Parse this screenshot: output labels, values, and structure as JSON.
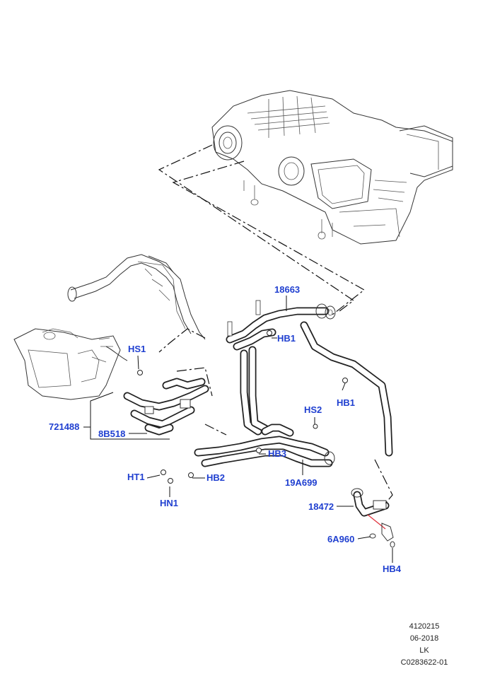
{
  "callouts": {
    "c18663": "18663",
    "hb1_top": "HB1",
    "hs1": "HS1",
    "hb1_right": "HB1",
    "c721488": "721488",
    "c8b518": "8B518",
    "hs2": "HS2",
    "hb3": "HB3",
    "ht1": "HT1",
    "hb2": "HB2",
    "c19a699": "19A699",
    "hn1": "HN1",
    "c18472": "18472",
    "c6a960": "6A960",
    "hb4": "HB4"
  },
  "footer": {
    "line1": "4120215",
    "line2": "06-2018",
    "line3": "LK",
    "line4": "C0283622-01"
  },
  "colors": {
    "callout_text": "#1f3fd0",
    "line_art": "#222222",
    "highlight_line": "#e0303a"
  }
}
